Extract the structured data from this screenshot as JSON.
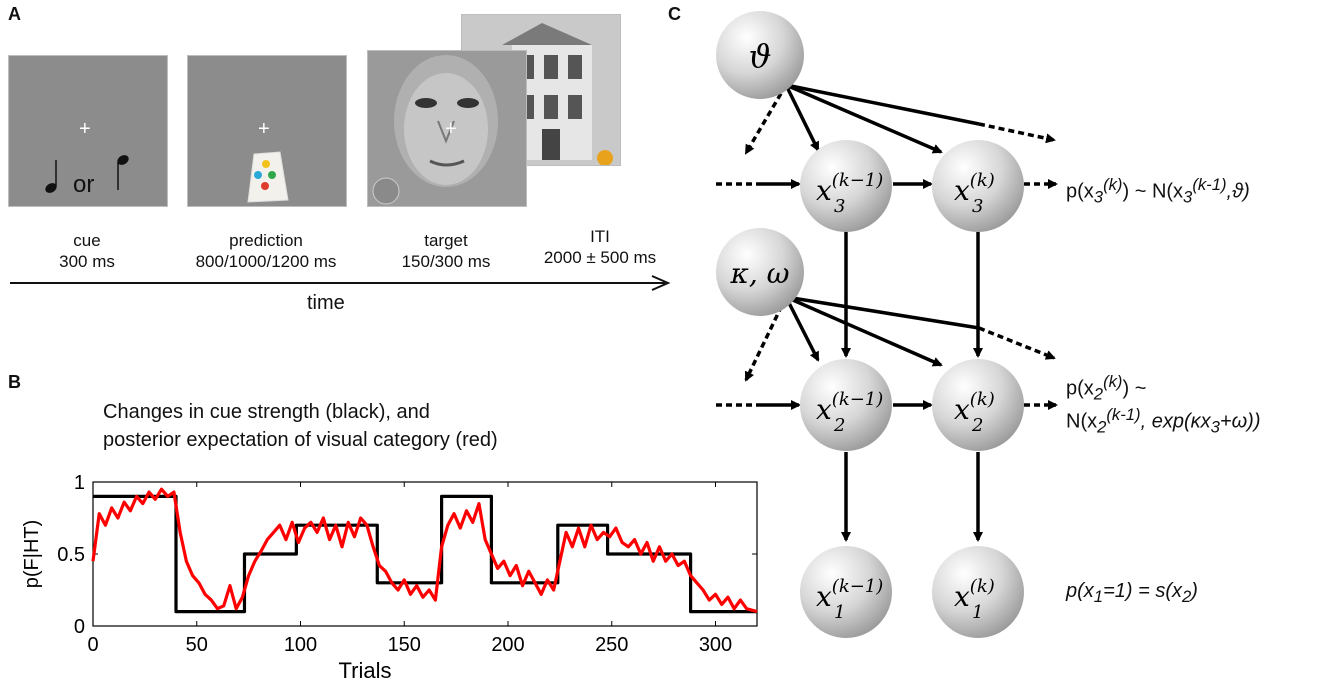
{
  "panel_labels": {
    "a": "A",
    "b": "B",
    "c": "C"
  },
  "panel_a": {
    "or_text": "or",
    "cross": "+",
    "stages": [
      {
        "name": "cue",
        "duration": "300 ms"
      },
      {
        "name": "prediction",
        "duration": "800/1000/1200 ms"
      },
      {
        "name": "target",
        "duration": "150/300 ms"
      },
      {
        "name": "ITI",
        "duration": "2000 ± 500 ms"
      }
    ],
    "time_label": "time"
  },
  "panel_b": {
    "title_line1": "Changes in cue strength (black), and",
    "title_line2": "posterior expectation of visual category (red)"
  },
  "panel_c": {
    "nodes": {
      "theta": "ϑ",
      "kappa_omega": "κ, ω",
      "x3_prev": "x",
      "x3_prev_sub": "3",
      "x3_prev_sup": "(k−1)",
      "x3_cur": "x",
      "x3_cur_sub": "3",
      "x3_cur_sup": "(k)",
      "x2_prev": "x",
      "x2_prev_sub": "2",
      "x2_prev_sup": "(k−1)",
      "x2_cur": "x",
      "x2_cur_sub": "2",
      "x2_cur_sup": "(k)",
      "x1_prev": "x",
      "x1_prev_sub": "1",
      "x1_prev_sup": "(k−1)",
      "x1_cur": "x",
      "x1_cur_sub": "1",
      "x1_cur_sup": "(k)"
    },
    "eq3": {
      "a": "p(x",
      "a_sub": "3",
      "a_sup": "(k)",
      "b": ") ~ N(x",
      "b_sub": "3",
      "b_sup": "(k-1)",
      "c": ",ϑ)"
    },
    "eq2_line1": {
      "a": "p(x",
      "a_sub": "2",
      "a_sup": "(k)",
      "b": ") ~"
    },
    "eq2_line2": {
      "a": "N(x",
      "a_sub": "2",
      "a_sup": "(k-1)",
      "b": ", exp(κx",
      "b_sub": "3",
      "c": "+ω))"
    },
    "eq1": {
      "a": "p(x",
      "a_sub": "1",
      "b": "=1) = s(x",
      "b_sub": "2",
      "c": ")"
    }
  },
  "chart_data": {
    "type": "line",
    "ylabel": "p(F|HT)",
    "xlabel": "Trials",
    "xlim": [
      0,
      320
    ],
    "ylim": [
      0,
      1
    ],
    "xticks": [
      0,
      50,
      100,
      150,
      200,
      250,
      300
    ],
    "yticks": [
      0,
      0.5,
      1
    ],
    "ytick_labels": [
      "0",
      "0.5",
      "1"
    ],
    "series": [
      {
        "color": "#000000",
        "x": [
          0,
          40,
          40,
          73,
          73,
          98,
          98,
          137,
          137,
          168,
          168,
          192,
          192,
          224,
          224,
          248,
          248,
          288,
          288,
          320
        ],
        "y": [
          0.9,
          0.9,
          0.1,
          0.1,
          0.5,
          0.5,
          0.7,
          0.7,
          0.3,
          0.3,
          0.9,
          0.9,
          0.3,
          0.3,
          0.7,
          0.7,
          0.5,
          0.5,
          0.1,
          0.1
        ]
      },
      {
        "color": "#ff0000",
        "x": [
          0,
          3,
          6,
          9,
          12,
          15,
          18,
          21,
          24,
          27,
          30,
          33,
          36,
          39,
          42,
          45,
          48,
          51,
          54,
          57,
          60,
          63,
          66,
          69,
          72,
          75,
          78,
          81,
          84,
          87,
          90,
          93,
          96,
          99,
          102,
          105,
          108,
          111,
          114,
          117,
          120,
          123,
          126,
          129,
          132,
          135,
          138,
          141,
          144,
          147,
          150,
          153,
          156,
          159,
          162,
          165,
          168,
          171,
          174,
          177,
          180,
          183,
          186,
          189,
          192,
          195,
          198,
          201,
          204,
          207,
          210,
          213,
          216,
          219,
          222,
          225,
          228,
          231,
          234,
          237,
          240,
          243,
          246,
          249,
          252,
          255,
          258,
          261,
          264,
          267,
          270,
          273,
          276,
          279,
          282,
          285,
          288,
          291,
          294,
          297,
          300,
          303,
          306,
          309,
          312,
          315,
          320
        ],
        "y": [
          0.45,
          0.78,
          0.7,
          0.82,
          0.75,
          0.86,
          0.8,
          0.9,
          0.85,
          0.93,
          0.88,
          0.95,
          0.9,
          0.93,
          0.65,
          0.45,
          0.35,
          0.3,
          0.22,
          0.18,
          0.12,
          0.14,
          0.28,
          0.12,
          0.2,
          0.35,
          0.45,
          0.52,
          0.6,
          0.65,
          0.7,
          0.6,
          0.72,
          0.58,
          0.68,
          0.72,
          0.65,
          0.75,
          0.6,
          0.7,
          0.55,
          0.72,
          0.62,
          0.75,
          0.7,
          0.55,
          0.42,
          0.38,
          0.3,
          0.25,
          0.32,
          0.22,
          0.28,
          0.2,
          0.25,
          0.18,
          0.55,
          0.7,
          0.78,
          0.68,
          0.8,
          0.72,
          0.85,
          0.6,
          0.5,
          0.4,
          0.45,
          0.35,
          0.42,
          0.28,
          0.38,
          0.3,
          0.22,
          0.32,
          0.25,
          0.45,
          0.65,
          0.55,
          0.68,
          0.55,
          0.7,
          0.6,
          0.65,
          0.62,
          0.68,
          0.58,
          0.55,
          0.6,
          0.5,
          0.58,
          0.45,
          0.55,
          0.45,
          0.5,
          0.42,
          0.45,
          0.35,
          0.3,
          0.25,
          0.18,
          0.22,
          0.15,
          0.2,
          0.12,
          0.18,
          0.12,
          0.1
        ]
      }
    ]
  }
}
